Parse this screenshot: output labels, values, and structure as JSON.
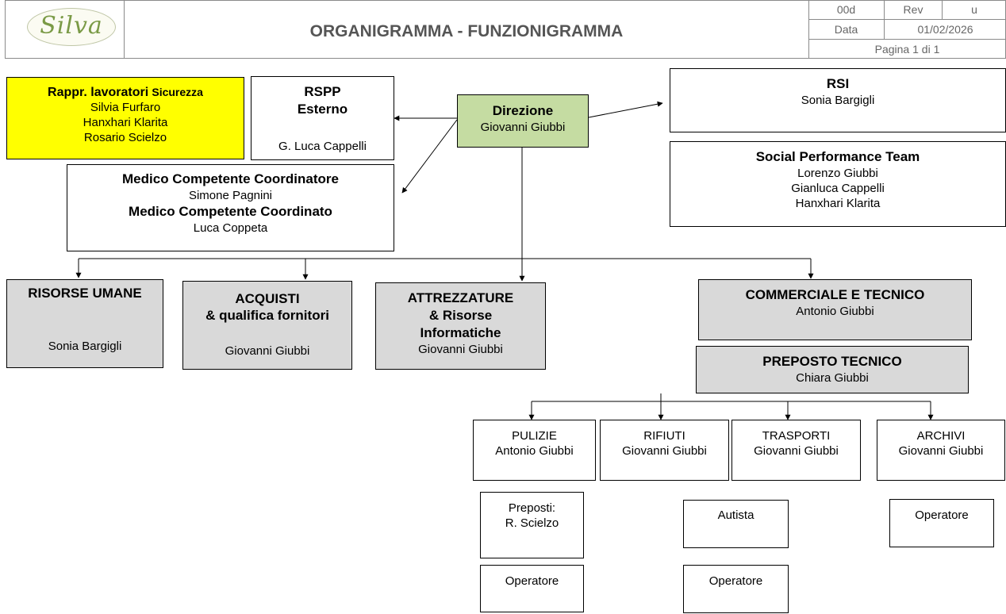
{
  "header": {
    "logo_text": "Silva",
    "title": "ORGANIGRAMMA - FUNZIONIGRAMMA",
    "doc_code": "00d",
    "rev_label": "Rev",
    "rev_value": "u",
    "date_label": "Data",
    "date_value": "01/02/2026",
    "page": "Pagina 1 di 1"
  },
  "nodes": {
    "rls": {
      "title_a": "Rappr. lavoratori",
      "title_b": "Sicurezza",
      "names": [
        "Silvia Furfaro",
        "Hanxhari Klarita",
        "Rosario Scielzo"
      ]
    },
    "rspp": {
      "title_1": "RSPP",
      "title_2": "Esterno",
      "name": "G. Luca Cappelli"
    },
    "direzione": {
      "title": "Direzione",
      "name": "Giovanni Giubbi"
    },
    "rsi": {
      "title": "RSI",
      "name": "Sonia Bargigli"
    },
    "spt": {
      "title": "Social Performance Team",
      "names": [
        "Lorenzo Giubbi",
        "Gianluca Cappelli",
        "Hanxhari Klarita"
      ]
    },
    "medico": {
      "title_1": "Medico Competente Coordinatore",
      "name_1": "Simone Pagnini",
      "title_2": "Medico Competente Coordinato",
      "name_2": "Luca Coppeta"
    },
    "risorse_umane": {
      "title": "RISORSE UMANE",
      "name": "Sonia Bargigli"
    },
    "acquisti": {
      "title_1": "ACQUISTI",
      "title_2": "& qualifica fornitori",
      "name": "Giovanni Giubbi"
    },
    "attrezzature": {
      "title_1": "ATTREZZATURE",
      "title_2": "& Risorse",
      "title_3": "Informatiche",
      "name": "Giovanni Giubbi"
    },
    "commerciale": {
      "title": "COMMERCIALE E TECNICO",
      "name": "Antonio Giubbi"
    },
    "preposto": {
      "title": "PREPOSTO TECNICO",
      "name": "Chiara Giubbi"
    },
    "pulizie": {
      "title": "PULIZIE",
      "name": "Antonio Giubbi"
    },
    "rifiuti": {
      "title": "RIFIUTI",
      "name": "Giovanni Giubbi"
    },
    "trasporti": {
      "title": "TRASPORTI",
      "name": "Giovanni Giubbi"
    },
    "archivi": {
      "title": "ARCHIVI",
      "name": "Giovanni Giubbi"
    },
    "preposti_pulizie": {
      "line_1": "Preposti:",
      "line_2": "R. Scielzo"
    },
    "operatore_pulizie": {
      "label": "Operatore"
    },
    "autista": {
      "label": "Autista"
    },
    "operatore_trasporti": {
      "label": "Operatore"
    },
    "operatore_archivi": {
      "label": "Operatore"
    }
  }
}
